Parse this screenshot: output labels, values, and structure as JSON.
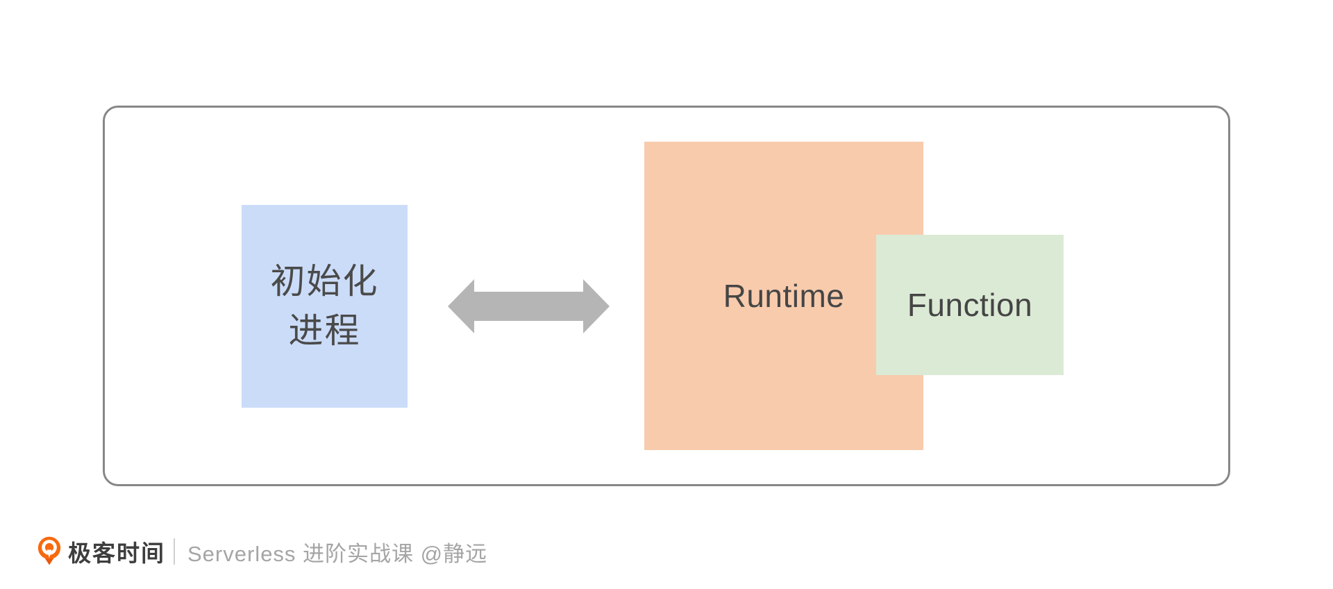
{
  "diagram": {
    "frame": {
      "border_color": "#878787"
    },
    "init_box": {
      "label_line1": "初始化",
      "label_line2": "进程",
      "fill": "#cbdcf8",
      "text_color": "#4a4a4a"
    },
    "arrow": {
      "icon": "double-headed-arrow",
      "direction": "bidirectional",
      "color": "#b5b5b5"
    },
    "runtime_box": {
      "label": "Runtime",
      "fill": "#f8cbad",
      "text_color": "#454545"
    },
    "function_box": {
      "label": "Function",
      "fill": "#dbead5",
      "text_color": "#454545"
    }
  },
  "footer": {
    "logo_icon": "geektime-logo",
    "logo_color": "#f9690e",
    "logo_tail_color": "#e8590c",
    "brand": "极客时间",
    "course": "Serverless 进阶实战课 @静远"
  }
}
